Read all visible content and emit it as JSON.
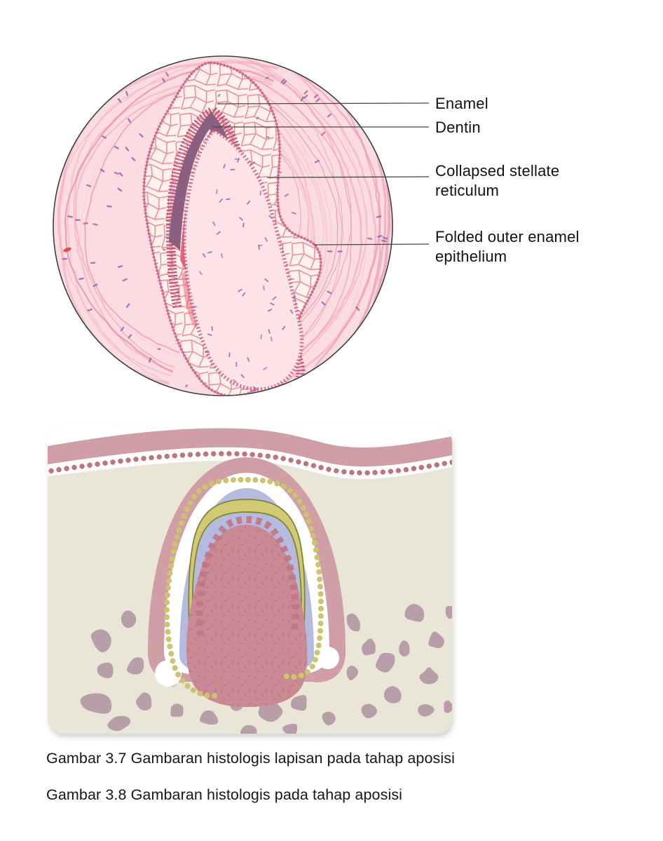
{
  "figure_top": {
    "description": "Circular histologic micrograph of a developing tooth (apposition stage)",
    "labels": [
      {
        "text": "Enamel"
      },
      {
        "text": "Dentin"
      },
      {
        "text": "Collapsed stellate reticulum"
      },
      {
        "text": "Folded outer enamel epithelium"
      }
    ],
    "colors": {
      "base": "#fbdce2",
      "fiber1": "#f5b6c4",
      "fiber2": "#ee9ab0",
      "fiber3": "#f2a9ba",
      "fiber4": "#e889a1",
      "fiber5": "#f8c8d2",
      "mesh_bg": "#fdf1ea",
      "mesh_line": "#e57e96",
      "mesh_edge": "#d97090",
      "nucleus_purple": "#7c5ea6",
      "nucleus_pink": "#c2547a",
      "ameloblast": "#c04a73",
      "ameloblast_light": "#e07a97",
      "enamel": "#8b5f80",
      "dentin": "#e85f72",
      "papilla": "#fbe3e7",
      "outline": "#3c3c3c",
      "leader": "#474747"
    }
  },
  "figure_bottom": {
    "description": "Schematic of tooth germ in jaw at apposition stage",
    "colors": {
      "panel": "#e9e6d7",
      "white": "#ffffff",
      "gum_band": "#cf9ea6",
      "gum_dots": "#bc7680",
      "tooth_dots": "#cdc46f",
      "lavender": "#b5bbde",
      "yellow_band": "#d3c975",
      "yellow_edge": "#7d8635",
      "pulp": "#ca8a93",
      "pulp_speckle": "#b9707e",
      "fringe": "#c07684",
      "bone": "#b49aa5"
    }
  },
  "captions": [
    {
      "text": "Gambar 3.7 Gambaran histologis lapisan pada tahap aposisi"
    },
    {
      "text": "Gambar 3.8 Gambaran histologis pada tahap aposisi"
    }
  ]
}
